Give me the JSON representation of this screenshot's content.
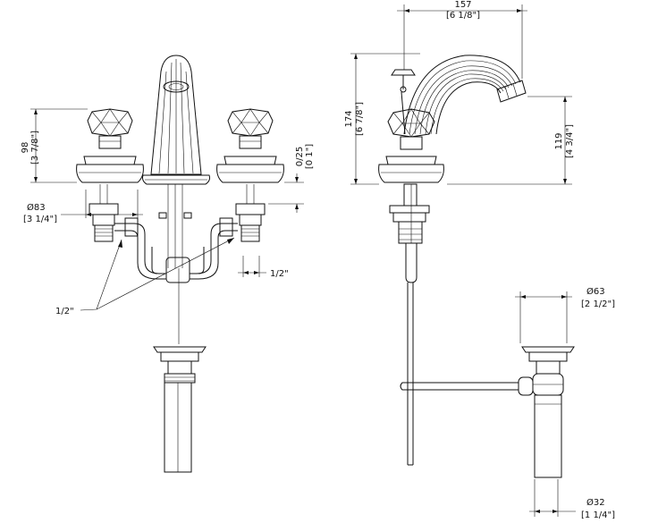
{
  "dimensions": {
    "front_width_mm": "157",
    "front_width_in": "[6 1/8\"]",
    "total_height_mm": "174",
    "total_height_in": "[6 7/8\"]",
    "spout_height_mm": "119",
    "spout_height_in": "[4 3/4\"]",
    "handle_height_mm": "98",
    "handle_height_in": "[3 7/8\"]",
    "deck_thickness_mm": "0/25",
    "deck_thickness_in": "[0 1\"]",
    "shank_dia_mm": "Ø83",
    "shank_dia_in": "[3 1/4\"]",
    "drain_flange_mm": "Ø63",
    "drain_flange_in": "[2 1/2\"]",
    "drain_tail_mm": "Ø32",
    "drain_tail_in": "[1 1/4\"]",
    "connection_label_a": "1/2\"",
    "connection_label_b": "1/2\""
  }
}
